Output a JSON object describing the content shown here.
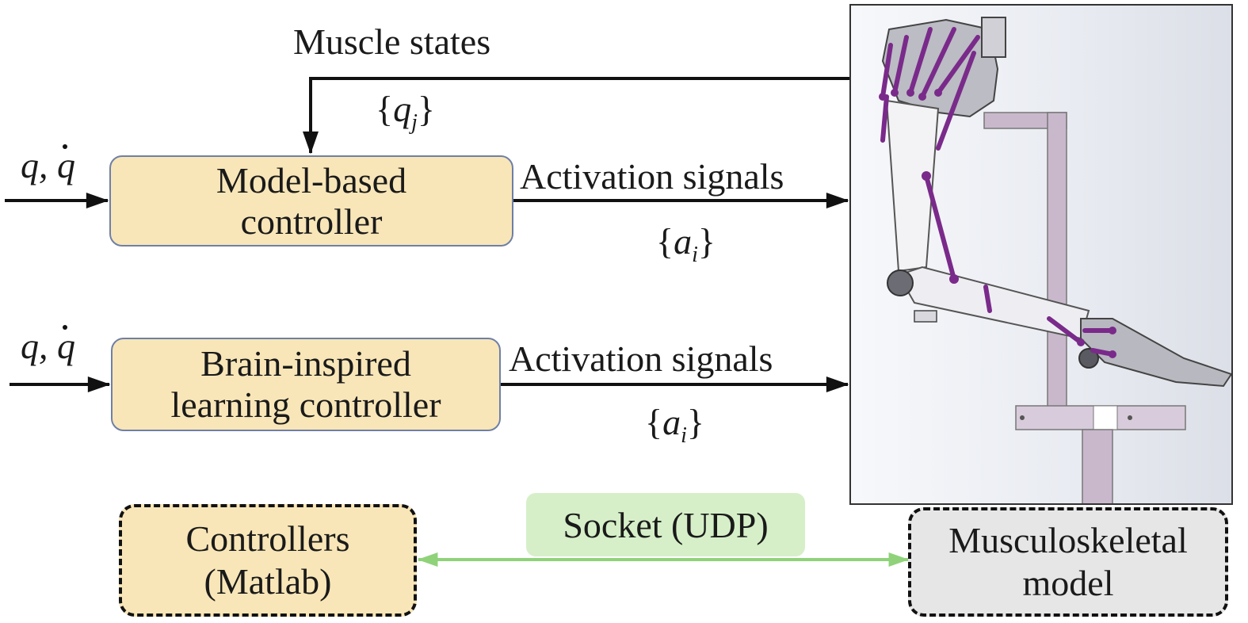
{
  "feedback": {
    "title": "Muscle states",
    "symbol": "q",
    "subscript": "j"
  },
  "inputs": {
    "q": "q,",
    "qdot": "q"
  },
  "controllers": [
    {
      "line1": "Model-based",
      "line2": "controller",
      "signal_label": "Activation signals",
      "signal_symbol": "a",
      "signal_subscript": "i"
    },
    {
      "line1": "Brain-inspired",
      "line2": "learning controller",
      "signal_label": "Activation signals",
      "signal_symbol": "a",
      "signal_subscript": "i"
    }
  ],
  "platform": {
    "controllers_line1": "Controllers",
    "controllers_line2": "(Matlab)",
    "link_label": "Socket (UDP)",
    "model_line1": "Musculoskeletal",
    "model_line2": "model"
  },
  "colors": {
    "controller_fill": "#f8e6b8",
    "model_fill": "#e6e6e6",
    "socket_fill": "#d6efc8",
    "socket_arrow": "#8fd27a",
    "muscle": "#7a2a8a",
    "frame": "#c9b8cc"
  }
}
